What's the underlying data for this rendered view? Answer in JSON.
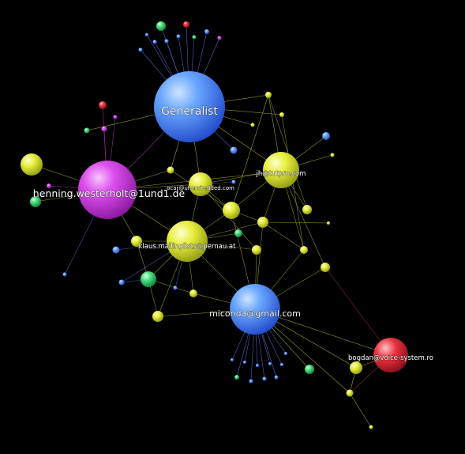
{
  "background": "#000000",
  "nodes": [
    {
      "id": "generalist",
      "kind": "big",
      "color": "blue",
      "label": "Generalist"
    },
    {
      "id": "henning",
      "kind": "big",
      "color": "magenta",
      "label": "henning.westerholt@1und1.de"
    },
    {
      "id": "miconda",
      "kind": "big",
      "color": "blue",
      "label": "miconda@gmail.com"
    },
    {
      "id": "bogdan",
      "kind": "big",
      "color": "red",
      "label": "bogdan@voice-system.ro"
    },
    {
      "id": "klaus",
      "kind": "mid",
      "color": "yellow",
      "label": "klaus.mailinglists@pernau.at"
    },
    {
      "id": "jh",
      "kind": "mid",
      "color": "yellow",
      "label": "jh@tutpro.com"
    },
    {
      "id": "ocar",
      "kind": "mid",
      "color": "yellow",
      "label": "ocar@uhembedded.com"
    }
  ],
  "colors": {
    "blue": "#4d8cff",
    "magenta": "#d63be6",
    "yellow": "#e9ef3a",
    "red": "#e2253a",
    "green": "#3ee07a",
    "edge_yellow": "#cfd43a",
    "edge_blue": "#5a6ee8",
    "edge_red": "#b8303a"
  }
}
